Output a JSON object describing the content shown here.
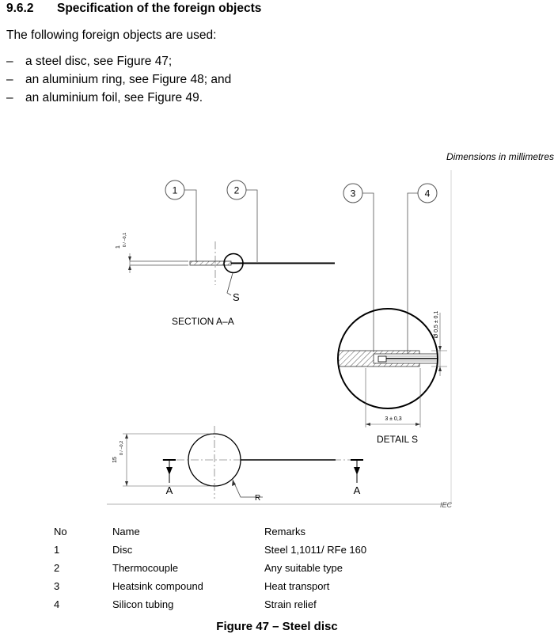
{
  "section": {
    "number": "9.6.2",
    "title": "Specification of the foreign objects"
  },
  "intro": "The following foreign objects are used:",
  "list_items": [
    {
      "dash": "–",
      "text": "a steel disc, see Figure 47;"
    },
    {
      "dash": "–",
      "text": "an aluminium ring, see Figure 48; and"
    },
    {
      "dash": "–",
      "text": "an aluminium foil, see Figure 49."
    }
  ],
  "dimensions_note": "Dimensions in millimetres",
  "drawing": {
    "callouts": [
      "1",
      "2",
      "3",
      "4"
    ],
    "section_label": "SECTION A–A",
    "detail_label": "DETAIL S",
    "detail_ref": "S",
    "section_arrow": "A",
    "radius_label": "R",
    "thickness_dim": "1",
    "thickness_tol": "0 / –0,1",
    "diameter_dim": "Ø 0,5 ± 0,1",
    "length_dim": "3 ± 0,3",
    "disc_dim": "15",
    "disc_tol": "0 / –0,2",
    "iec_mark": "IEC"
  },
  "legend": {
    "headers": {
      "no": "No",
      "name": "Name",
      "remarks": "Remarks"
    },
    "rows": [
      {
        "no": "1",
        "name": "Disc",
        "remarks": "Steel 1,1011/ RFe 160"
      },
      {
        "no": "2",
        "name": "Thermocouple",
        "remarks": "Any suitable type"
      },
      {
        "no": "3",
        "name": "Heatsink compound",
        "remarks": "Heat transport"
      },
      {
        "no": "4",
        "name": "Silicon tubing",
        "remarks": "Strain relief"
      }
    ]
  },
  "caption": "Figure 47 – Steel disc"
}
